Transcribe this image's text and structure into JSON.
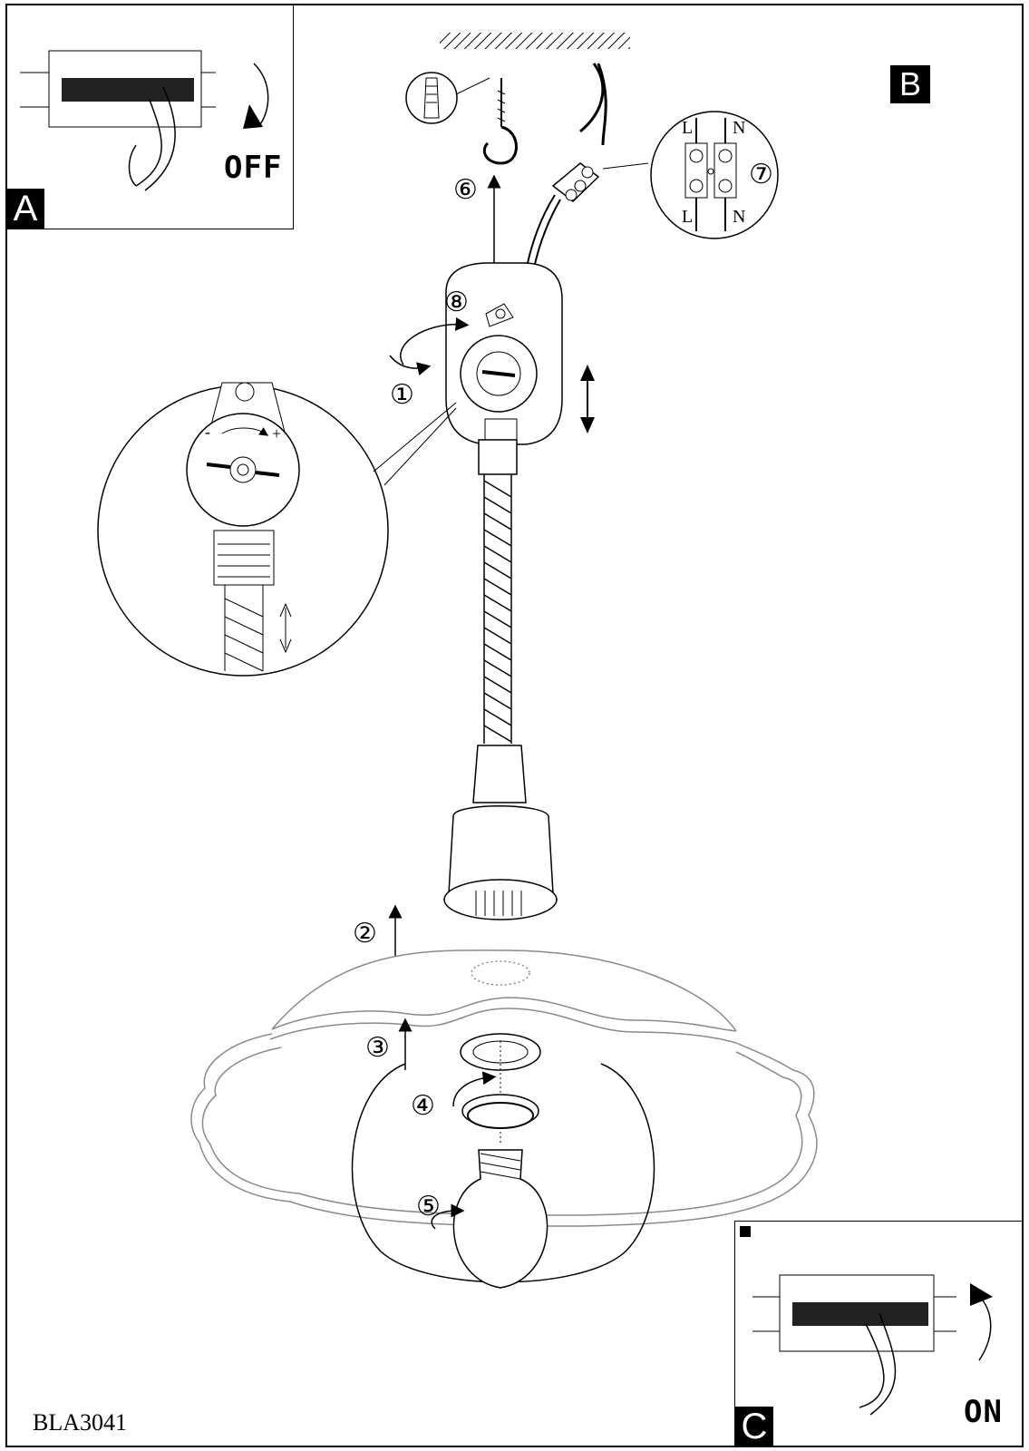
{
  "inset_a": {
    "tag": "A",
    "switch_label": "OFF"
  },
  "inset_b": {
    "tag": "B"
  },
  "inset_c": {
    "tag": "C",
    "switch_label": "ON"
  },
  "wiring": {
    "left_top": "L",
    "right_top": "N",
    "left_bottom": "L",
    "right_bottom": "N"
  },
  "steps": [
    "①",
    "②",
    "③",
    "④",
    "⑤",
    "⑥",
    "⑦",
    "⑧"
  ],
  "detail_scale": {
    "minus": "-",
    "plus": "+"
  },
  "model_code": "BLA3041"
}
